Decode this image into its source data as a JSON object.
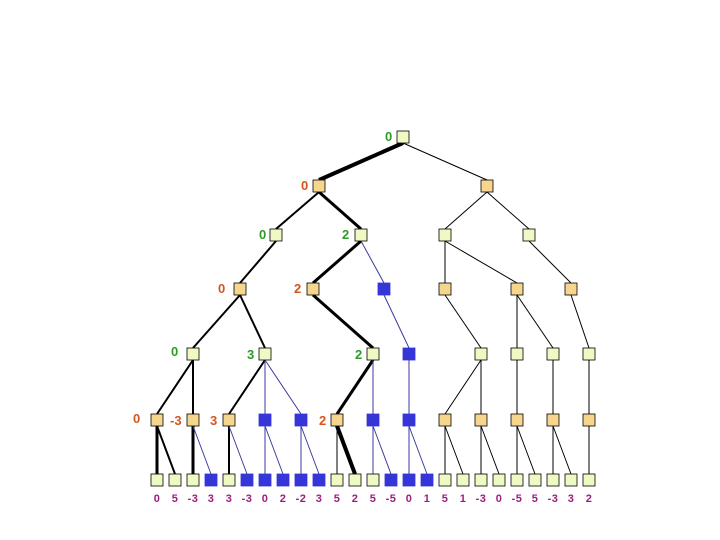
{
  "colors": {
    "max_node": "#eef9c4",
    "min_node": "#f6d58c",
    "pruned_node": "#3535d8",
    "max_label": "#2e9a28",
    "min_label": "#d4561b",
    "leaf_label": "#9c1d7d",
    "edge_normal": "#000000",
    "edge_pruned": "#3a3aa0"
  },
  "tree": {
    "root": {
      "label": "0"
    },
    "depth1": [
      {
        "label": "0"
      },
      {
        "label": ""
      }
    ],
    "depth2": [
      {
        "label": "0"
      },
      {
        "label": "2"
      },
      {
        "label": ""
      },
      {
        "label": ""
      }
    ],
    "depth3": [
      {
        "label": "0"
      },
      {
        "label": "2"
      },
      {
        "label": ""
      },
      {
        "label": ""
      },
      {
        "label": ""
      },
      {
        "label": ""
      }
    ],
    "depth4": [
      {
        "label": "0"
      },
      {
        "label": "3"
      },
      {
        "label": "2"
      },
      {
        "label": ""
      },
      {
        "label": ""
      },
      {
        "label": ""
      },
      {
        "label": ""
      },
      {
        "label": ""
      },
      {
        "label": ""
      }
    ],
    "depth5": [
      {
        "label": "0"
      },
      {
        "label": "-3"
      },
      {
        "label": "3"
      },
      {
        "label": ""
      },
      {
        "label": ""
      },
      {
        "label": "2"
      },
      {
        "label": ""
      },
      {
        "label": ""
      },
      {
        "label": ""
      },
      {
        "label": ""
      },
      {
        "label": ""
      },
      {
        "label": ""
      }
    ]
  },
  "leaf_values": [
    "0",
    "5",
    "-3",
    "3",
    "3",
    "-3",
    "0",
    "2",
    "-2",
    "3",
    "5",
    "2",
    "5",
    "-5",
    "0",
    "1",
    "5",
    "1",
    "-3",
    "0",
    "-5",
    "5",
    "-3",
    "3",
    "2"
  ]
}
